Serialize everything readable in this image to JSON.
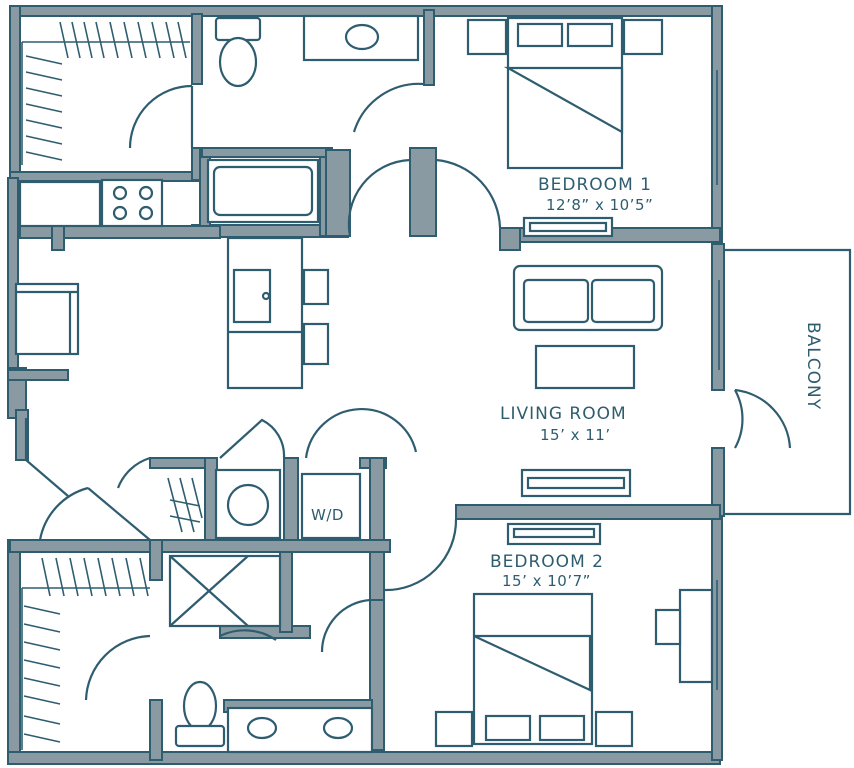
{
  "rooms": {
    "bedroom1": {
      "name": "BEDROOM 1",
      "size": "12’8” x 10’5”"
    },
    "living": {
      "name": "LIVING ROOM",
      "size": "15’ x 11’"
    },
    "bedroom2": {
      "name": "BEDROOM 2",
      "size": "15’ x 10’7”"
    },
    "balcony": {
      "name": "BALCONY"
    },
    "laundry": {
      "name": "W/D"
    }
  },
  "colors": {
    "line": "#2f5d70",
    "wall_fill": "#8a9aa2"
  }
}
